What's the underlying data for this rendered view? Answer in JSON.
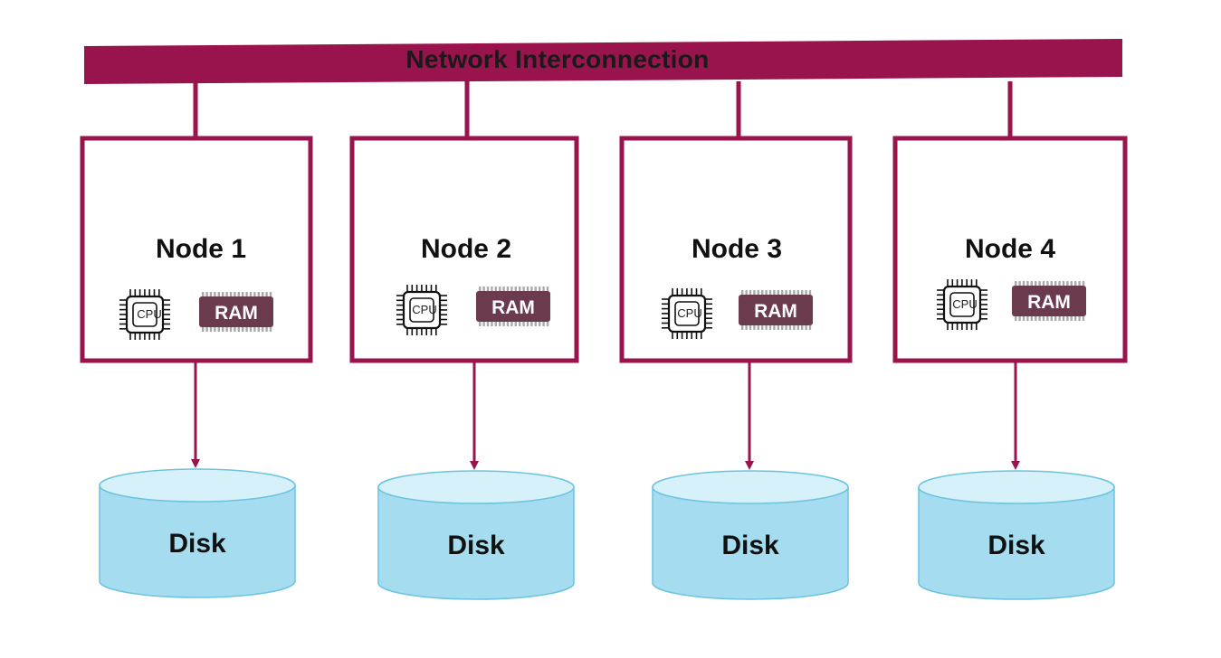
{
  "network": {
    "label": "Network Interconnection"
  },
  "nodes": [
    {
      "title": "Node 1",
      "cpu_label": "CPU",
      "ram_label": "RAM",
      "disk_label": "Disk"
    },
    {
      "title": "Node 2",
      "cpu_label": "CPU",
      "ram_label": "RAM",
      "disk_label": "Disk"
    },
    {
      "title": "Node 3",
      "cpu_label": "CPU",
      "ram_label": "RAM",
      "disk_label": "Disk"
    },
    {
      "title": "Node 4",
      "cpu_label": "CPU",
      "ram_label": "RAM",
      "disk_label": "Disk"
    }
  ],
  "colors": {
    "accent": "#99134d",
    "ram_chip": "#6b3a4e",
    "ram_pins": "#a9a9a9",
    "disk_fill": "#a5dcef",
    "disk_top": "#d6f1fa",
    "disk_stroke": "#6cc3e0"
  }
}
